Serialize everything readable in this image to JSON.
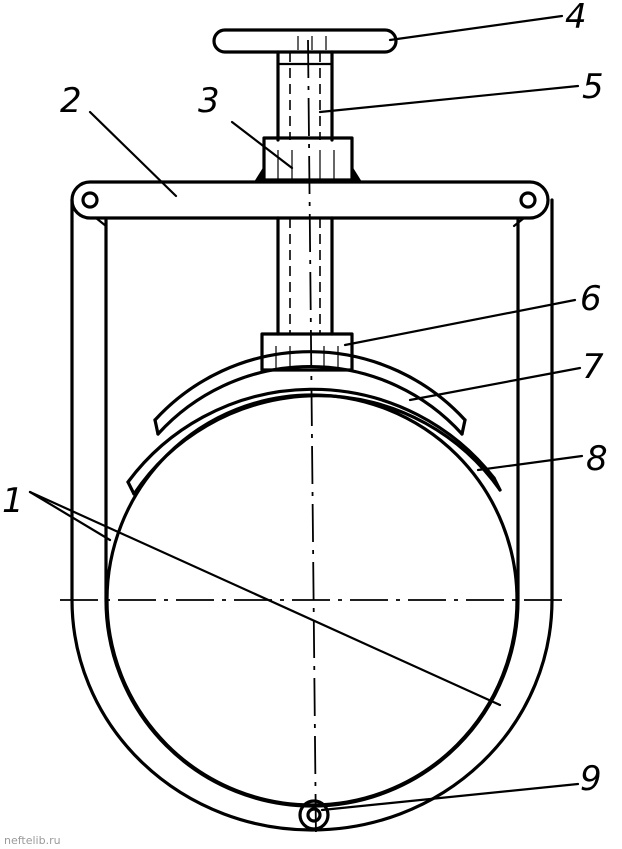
{
  "labels": {
    "l1": "1",
    "l2": "2",
    "l3": "3",
    "l4": "4",
    "l5": "5",
    "l6": "6",
    "l7": "7",
    "l8": "8",
    "l9": "9"
  },
  "watermark": "neftelib.ru",
  "colors": {
    "ink": "#000000",
    "paper": "#ffffff",
    "watermark": "#9a9a9a"
  }
}
